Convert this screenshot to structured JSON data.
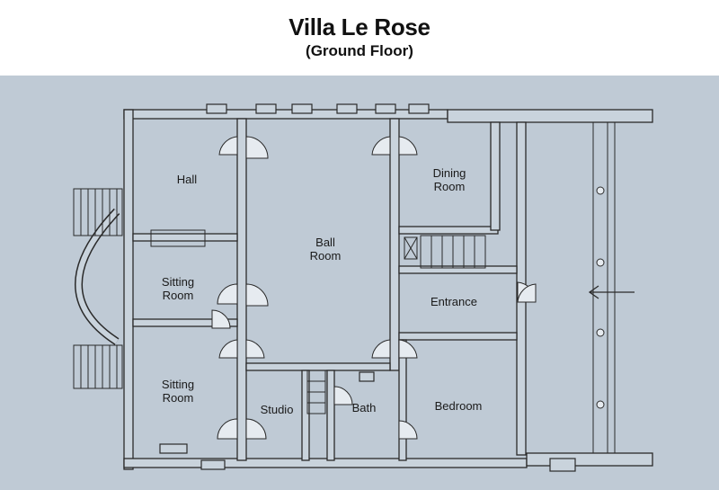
{
  "title": "Villa Le Rose",
  "subtitle": "(Ground Floor)",
  "colors": {
    "background": "#bfcad5",
    "walls": "#c9d3dc",
    "lines": "#2a2a2a"
  },
  "rooms": {
    "hall": "Hall",
    "dining": [
      "Dining",
      "Room"
    ],
    "ball": [
      "Ball",
      "Room"
    ],
    "sitting_upper": [
      "Sitting",
      "Room"
    ],
    "entrance": "Entrance",
    "sitting_lower": [
      "Sitting",
      "Room"
    ],
    "studio": "Studio",
    "bath": "Bath",
    "bedroom": "Bedroom"
  },
  "icons": [
    "entrance-arrow-icon",
    "stair-icon",
    "door-swing-icon",
    "column-icon",
    "elevator-icon"
  ]
}
